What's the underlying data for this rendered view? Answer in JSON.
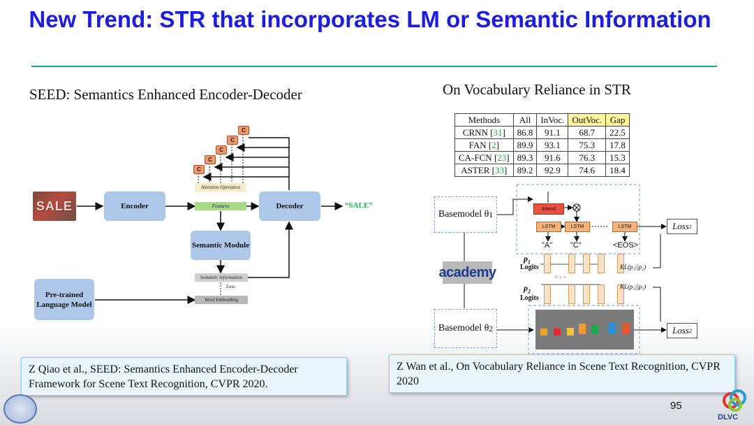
{
  "slide": {
    "title": "New Trend: STR that incorporates LM or Semantic Information",
    "page_number": "95",
    "logo_text": "DLVC"
  },
  "left": {
    "subtitle": "SEED: Semantics Enhanced Encoder-Decoder",
    "image_text": "SALE",
    "encoder": "Encoder",
    "decoder": "Decoder",
    "output": "“SALE”",
    "attention_operation": "Attention Operation",
    "features": "Features",
    "semantic_module": "Semantic Module",
    "semantic_information": "Semantic information",
    "loss": "Loss",
    "word_embedding": "Word Embedding",
    "pretrained_lm": "Pre-trained Language Model",
    "c_label": "C",
    "reference": "Z Qiao et al., SEED: Semantics Enhanced Encoder-Decoder Framework for Scene Text Recognition, CVPR 2020."
  },
  "right": {
    "subtitle": "On Vocabulary Reliance in STR",
    "table": {
      "headers": [
        "Methods",
        "All",
        "InVoc.",
        "OutVoc.",
        "Gap"
      ],
      "rows": [
        {
          "name": "CRNN",
          "cite": "31",
          "all": "86.8",
          "invoc": "91.1",
          "outvoc": "68.7",
          "gap": "22.5"
        },
        {
          "name": "FAN",
          "cite": "2",
          "all": "89.9",
          "invoc": "93.1",
          "outvoc": "75.3",
          "gap": "17.8"
        },
        {
          "name": "CA-FCN",
          "cite": "23",
          "all": "89.3",
          "invoc": "91.6",
          "outvoc": "76.3",
          "gap": "15.3"
        },
        {
          "name": "ASTER",
          "cite": "33",
          "all": "89.2",
          "invoc": "92.9",
          "outvoc": "74.6",
          "gap": "18.4"
        }
      ]
    },
    "basemodel1": "Basemodel θ",
    "basemodel1_sub": "1",
    "basemodel2": "Basemodel θ",
    "basemodel2_sub": "2",
    "attend": "Attend",
    "lstm": "LSTM",
    "out_a": "\"A\"",
    "out_c": "\"C\"",
    "out_eos": "<EOS>",
    "image_word": "academy",
    "p1": "p",
    "p1_sub": "1",
    "p2": "p",
    "p2_sub": "2",
    "logits": "Logits",
    "kl1": "KL(p₁||p₂)",
    "kl2": "KL(p₂||p₁)",
    "loss1": "Loss",
    "loss1_sub": "1",
    "loss2": "Loss",
    "loss2_sub": "2",
    "dots": "· · ·",
    "reference": "Z Wan et al., On Vocabulary Reliance in Scene Text Recognition, CVPR 2020"
  },
  "colors": {
    "title": "#1d1de0",
    "rule": "#1a9fa6",
    "module_box": "#aec8ea",
    "sale_output": "#19b24a",
    "highlight": "#fff59a",
    "reference_bg": "#eaf6fc"
  }
}
